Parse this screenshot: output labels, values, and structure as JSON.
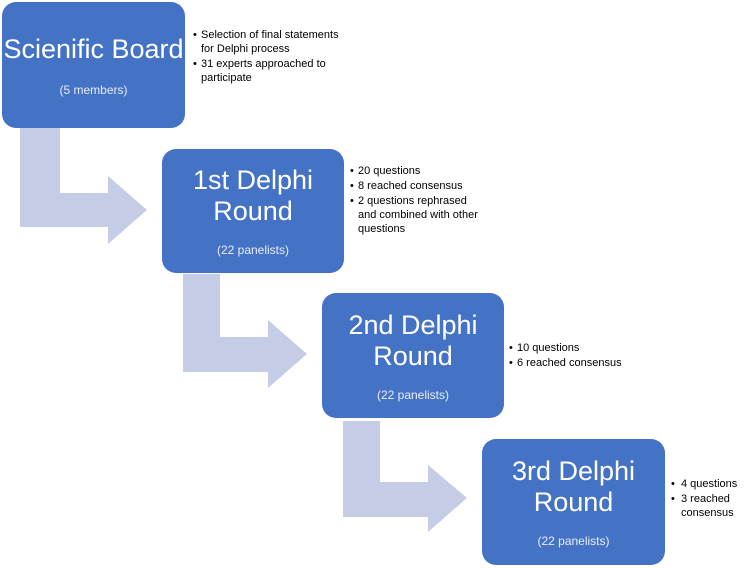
{
  "stages": [
    {
      "title": "Scienific Board",
      "subtitle": "(5 members)",
      "notes": [
        "Selection of final statements for Delphi process",
        "31 experts approached to participate"
      ]
    },
    {
      "title": "1st Delphi Round",
      "subtitle": "(22 panelists)",
      "notes": [
        "20 questions",
        "8 reached consensus",
        "2 questions rephrased and combined with other questions"
      ]
    },
    {
      "title": "2nd Delphi Round",
      "subtitle": "(22 panelists)",
      "notes": [
        "10 questions",
        "6 reached consensus"
      ]
    },
    {
      "title": "3rd Delphi Round",
      "subtitle": "(22 panelists)",
      "notes": [
        "4 questions",
        "3 reached consensus"
      ]
    }
  ],
  "colors": {
    "box": "#4472c4",
    "arrow": "#c5cde6",
    "note_text": "#000000"
  }
}
